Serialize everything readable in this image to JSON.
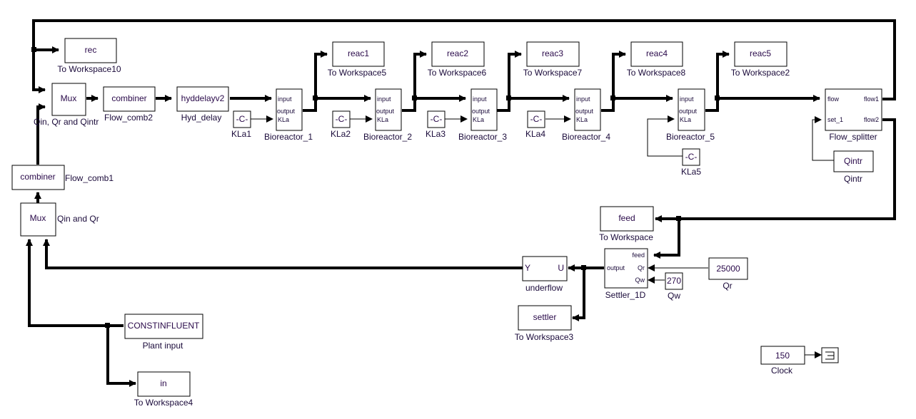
{
  "diagram": {
    "blocks": {
      "rec": {
        "text": "rec",
        "label": "To Workspace10"
      },
      "mux_top": {
        "text": "Mux",
        "label": "Qin, Qr and Qintr"
      },
      "flow_comb2": {
        "text": "combiner",
        "label": "Flow_comb2"
      },
      "hyd_delay": {
        "text": "hyddelayv2",
        "label": "Hyd_delay"
      },
      "bio1": {
        "label": "Bioreactor_1"
      },
      "bio2": {
        "label": "Bioreactor_2"
      },
      "bio3": {
        "label": "Bioreactor_3"
      },
      "bio4": {
        "label": "Bioreactor_4"
      },
      "bio5": {
        "label": "Bioreactor_5"
      },
      "kla1": {
        "text": "-C-",
        "label": "KLa1"
      },
      "kla2": {
        "text": "-C-",
        "label": "KLa2"
      },
      "kla3": {
        "text": "-C-",
        "label": "KLa3"
      },
      "kla4": {
        "text": "-C-",
        "label": "KLa4"
      },
      "kla5": {
        "text": "-C-",
        "label": "KLa5"
      },
      "reac1": {
        "text": "reac1",
        "label": "To Workspace5"
      },
      "reac2": {
        "text": "reac2",
        "label": "To Workspace6"
      },
      "reac3": {
        "text": "reac3",
        "label": "To Workspace7"
      },
      "reac4": {
        "text": "reac4",
        "label": "To Workspace8"
      },
      "reac5": {
        "text": "reac5",
        "label": "To Workspace2"
      },
      "flow_splitter": {
        "label": "Flow_splitter"
      },
      "qintr": {
        "text": "Qintr",
        "label": "Qintr"
      },
      "flow_comb1": {
        "text": "combiner",
        "label": "Flow_comb1"
      },
      "mux_bottom": {
        "text": "Mux",
        "label": "Qin and Qr"
      },
      "feed": {
        "text": "feed",
        "label": "To Workspace"
      },
      "settler": {
        "label": "Settler_1D"
      },
      "qr": {
        "text": "25000",
        "label": "Qr"
      },
      "qw": {
        "text": "270",
        "label": "Qw"
      },
      "underflow": {
        "label": "underflow",
        "port_in": "U",
        "port_out": "Y"
      },
      "settler_ws": {
        "text": "settler",
        "label": "To Workspace3"
      },
      "plant_input": {
        "text": "CONSTINFLUENT",
        "label": "Plant input"
      },
      "in_ws": {
        "text": "in",
        "label": "To Workspace4"
      },
      "clock": {
        "text": "150",
        "label": "Clock"
      }
    },
    "ports": {
      "bio_input": "input",
      "bio_output": "output",
      "bio_kla": "KLa",
      "splitter_flow": "flow",
      "splitter_set": "set_1",
      "splitter_flow1": "flow1",
      "splitter_flow2": "flow2",
      "settler_feed": "feed",
      "settler_output": "output",
      "settler_qr": "Qr",
      "settler_qw": "Qw"
    },
    "icons": {
      "terminator": "terminator-icon"
    }
  }
}
